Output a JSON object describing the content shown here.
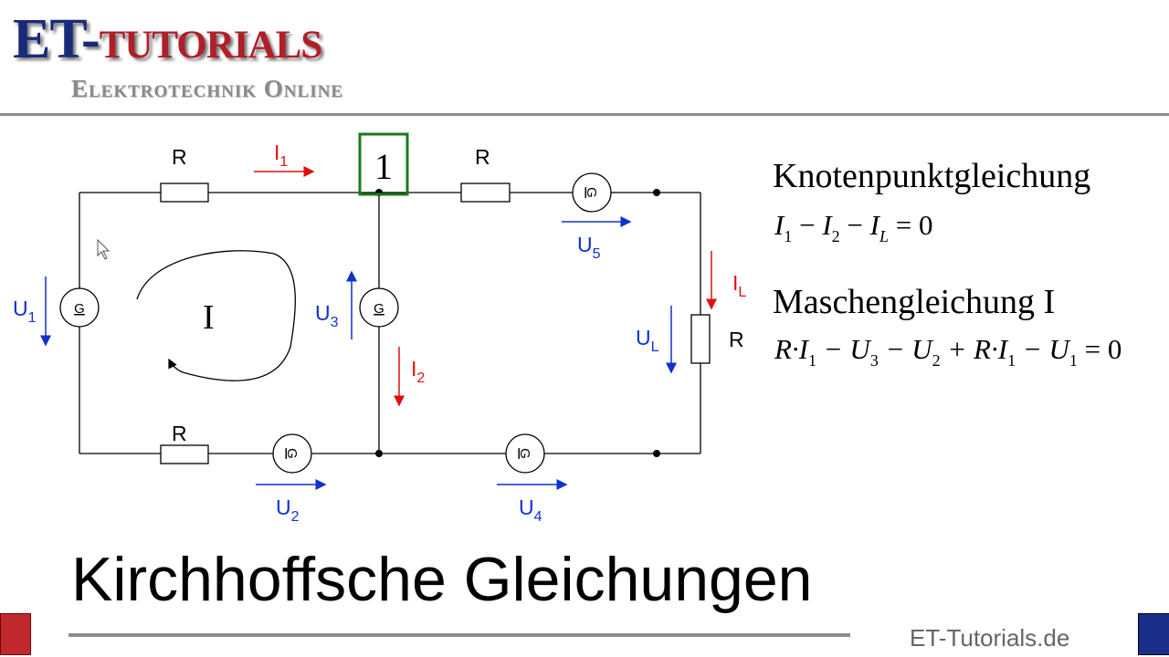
{
  "logo": {
    "brand_left": "ET-",
    "brand_right": "Tutorials",
    "tagline": "Elektrotechnik Online"
  },
  "circuit": {
    "resistor_label": "R",
    "generator_label": "G",
    "node_label": "1",
    "mesh_label": "I",
    "currents": {
      "I1": [
        "I",
        "1"
      ],
      "I2": [
        "I",
        "2"
      ],
      "IL": [
        "I",
        "L"
      ]
    },
    "voltages": {
      "U1": [
        "U",
        "1"
      ],
      "U2": [
        "U",
        "2"
      ],
      "U3": [
        "U",
        "3"
      ],
      "U4": [
        "U",
        "4"
      ],
      "U5": [
        "U",
        "5"
      ],
      "UL": [
        "U",
        "L"
      ]
    },
    "colors": {
      "current": "#e01010",
      "voltage": "#1030d0",
      "node_box": "#1a7a1a"
    }
  },
  "equations": {
    "node_heading": "Knotenpunktgleichung",
    "node_eq": {
      "a": "I",
      "a_sub": "1",
      "op1": " − ",
      "b": "I",
      "b_sub": "2",
      "op2": " − ",
      "c": "I",
      "c_sub": "L",
      "rhs": " = 0"
    },
    "mesh_heading": "Maschengleichung I",
    "mesh_eq": {
      "t1": "R·I",
      "t1_sub": "1",
      "t2": " − U",
      "t2_sub": "3",
      "t3": " − U",
      "t3_sub": "2",
      "t4": " + R·I",
      "t4_sub": "1",
      "t5": " − U",
      "t5_sub": "1",
      "rhs": " = 0"
    }
  },
  "title": "Kirchhoffsche Gleichungen",
  "site": "ET-Tutorials.de"
}
